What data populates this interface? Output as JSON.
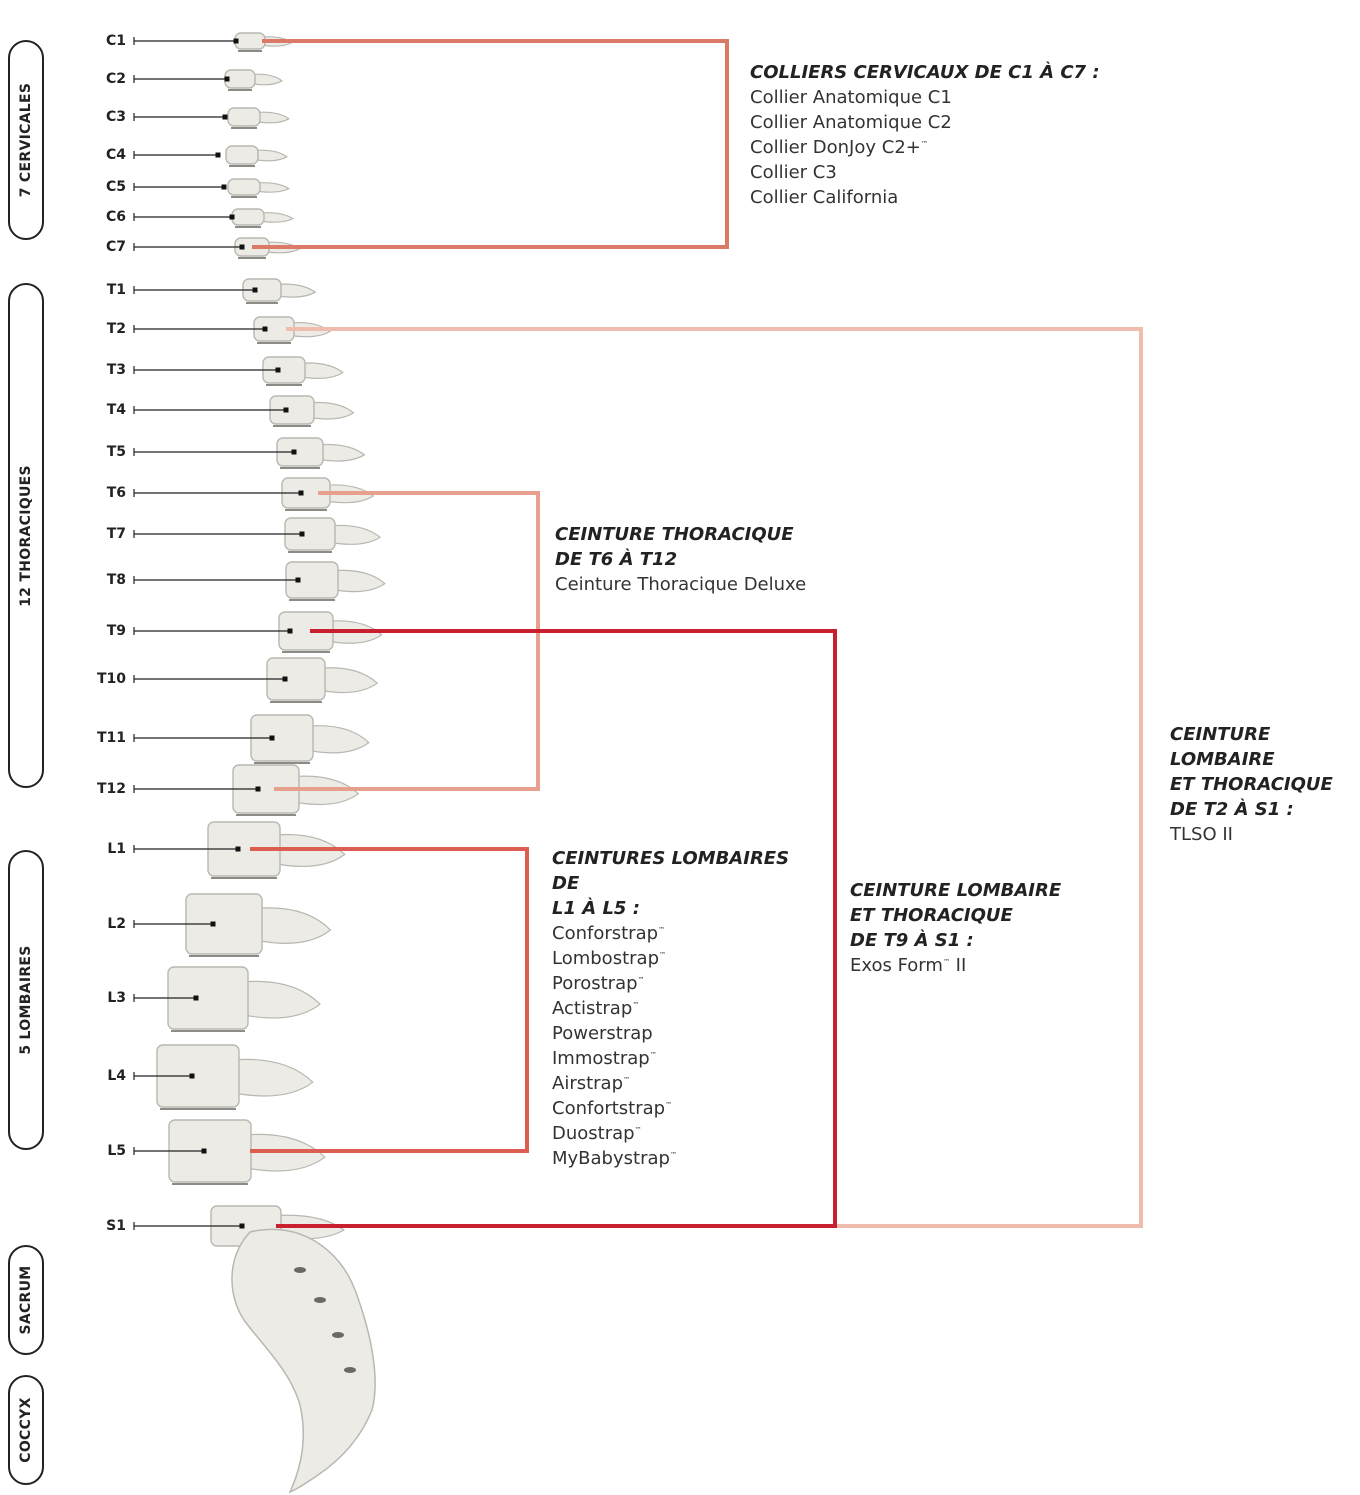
{
  "regions": [
    {
      "id": "cervicales",
      "label": "7 CERVICALES"
    },
    {
      "id": "thoraciques",
      "label": "12 THORACIQUES"
    },
    {
      "id": "lombaires",
      "label": "5 LOMBAIRES"
    },
    {
      "id": "sacrum",
      "label": "SACRUM"
    },
    {
      "id": "coccyx",
      "label": "COCCYX"
    }
  ],
  "vertebrae": [
    "C1",
    "C2",
    "C3",
    "C4",
    "C5",
    "C6",
    "C7",
    "T1",
    "T2",
    "T3",
    "T4",
    "T5",
    "T6",
    "T7",
    "T8",
    "T9",
    "T10",
    "T11",
    "T12",
    "L1",
    "L2",
    "L3",
    "L4",
    "L5",
    "S1"
  ],
  "colors": {
    "cervical_bracket": "#dc7a68",
    "thoracic_bracket": "#e8a08e",
    "lumbar_bracket": "#dc5e50",
    "t9_s1_bracket": "#c8202e",
    "t2_s1_bracket": "#f0bcae",
    "leader_line": "#222222",
    "bone_fill": "#ecebe6",
    "bone_shade": "#b9b7b0"
  },
  "products": {
    "cervical": {
      "header": "COLLIERS CERVICAUX DE C1 À C7 :",
      "items": [
        {
          "name": "Collier Anatomique C1",
          "tm": ""
        },
        {
          "name": "Collier Anatomique C2",
          "tm": ""
        },
        {
          "name": "Collier DonJoy C2+",
          "tm": "™"
        },
        {
          "name": "Collier C3",
          "tm": ""
        },
        {
          "name": "Collier California",
          "tm": ""
        }
      ]
    },
    "thoracic": {
      "header_line1": "CEINTURE THORACIQUE",
      "header_line2": "DE T6 À T12",
      "items": [
        {
          "name": "Ceinture Thoracique Deluxe",
          "tm": ""
        }
      ]
    },
    "lumbar": {
      "header_line1": "CEINTURES LOMBAIRES DE",
      "header_line2": "L1 À L5 :",
      "items": [
        {
          "name": "Conforstrap",
          "tm": "™"
        },
        {
          "name": "Lombostrap",
          "tm": "™"
        },
        {
          "name": "Porostrap",
          "tm": "™"
        },
        {
          "name": "Actistrap",
          "tm": "™"
        },
        {
          "name": "Powerstrap",
          "tm": ""
        },
        {
          "name": "Immostrap",
          "tm": "™"
        },
        {
          "name": "Airstrap",
          "tm": "™"
        },
        {
          "name": "Confortstrap",
          "tm": "™"
        },
        {
          "name": "Duostrap",
          "tm": "™"
        },
        {
          "name": "MyBabystrap",
          "tm": "™"
        }
      ]
    },
    "t9_s1": {
      "header_line1": "CEINTURE LOMBAIRE",
      "header_line2": "ET THORACIQUE",
      "header_line3": "DE T9 À S1 :",
      "item_name": "Exos Form",
      "item_tm": "™",
      "item_suffix": " II"
    },
    "t2_s1": {
      "header_line1": "CEINTURE LOMBAIRE",
      "header_line2": "ET THORACIQUE",
      "header_line3": "DE T2 À S1 :",
      "item_name": "TLSO II",
      "item_tm": ""
    }
  }
}
